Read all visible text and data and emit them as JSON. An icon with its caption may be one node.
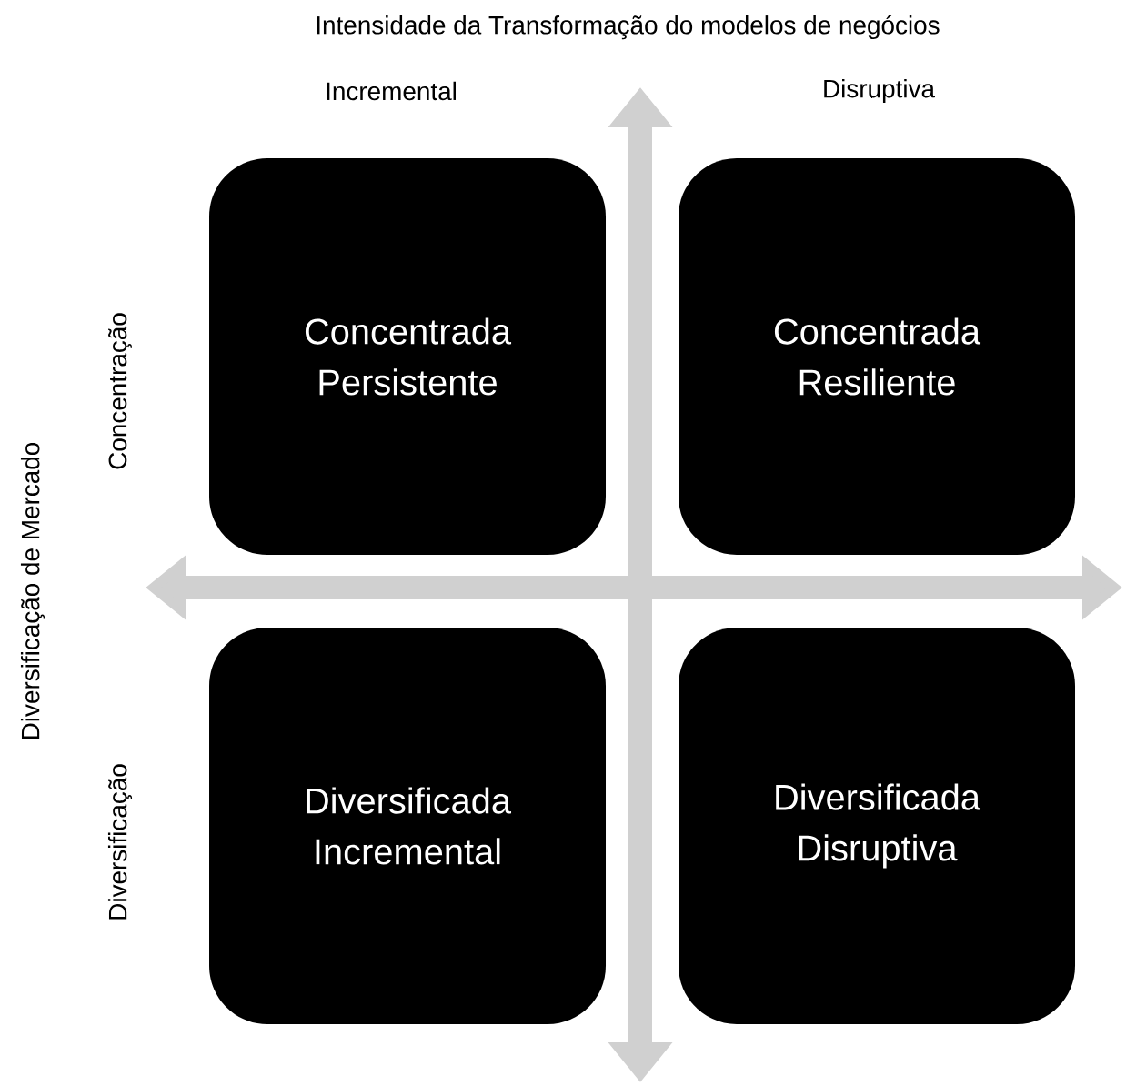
{
  "diagram": {
    "nodes": [
      {
        "text": [
          "Concentrada Persistente"
        ]
      },
      {
        "text": [
          "Concentrada Resiliente"
        ]
      },
      {
        "text": [
          "Diversificada Incremental"
        ]
      },
      {
        "text": [
          "Diversificada Disruptiva"
        ]
      }
    ],
    "labels": [
      "Intensidade da Transformação do modelos de negócios",
      "Incremental",
      "Disruptiva",
      "Diversificação de Mercado",
      "Concentração",
      "Diversificação"
    ]
  }
}
